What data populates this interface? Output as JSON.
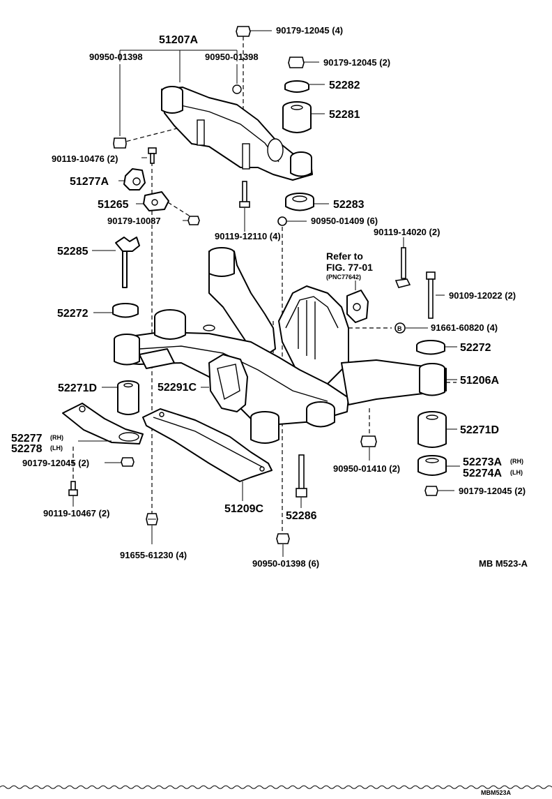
{
  "top_assembly": {
    "label": "51207A",
    "fastener_left": "90950-01398",
    "fastener_right": "90950-01398"
  },
  "top_nut": "90179-12045 (4)",
  "right_column": {
    "nut": "90179-12045 (2)",
    "cushion_upper": "52282",
    "bushing": "52281",
    "cushion_lower": "52283",
    "nut_small": "90950-01409 (6)"
  },
  "left_column": {
    "bolt": "90119-10476 (2)",
    "bracket": "51277A",
    "mount": "51265",
    "nut": "90179-10087",
    "stopper": "52285",
    "cushion": "52272",
    "bushing": "52271D",
    "plate_rh": "52277",
    "plate_lh": "52278",
    "rh_tag": "(RH)",
    "lh_tag": "(LH)",
    "nut_bottom": "90179-12045 (2)",
    "bolt_bottom": "90119-10467 (2)",
    "bolt_lowest": "91655-61230 (4)"
  },
  "center": {
    "bolt": "90119-12110 (4)",
    "reference_line1": "Refer to",
    "reference_line2": "FIG. 77-01",
    "reference_pnc": "(PNC77642)",
    "insulator": "52291C",
    "brace": "51209C",
    "bolt_long": "52286",
    "nut_bottom": "90950-01398 (6)"
  },
  "right_side": {
    "bolt_small": "90119-14020 (2)",
    "bolt_long": "90109-12022 (2)",
    "washer": "91661-60820 (4)",
    "cushion": "52272",
    "member": "51206A",
    "nut": "90950-01410 (2)",
    "bushing": "52271D",
    "cushion_rh": "52273A",
    "cushion_lh": "52274A",
    "rh_tag": "(RH)",
    "lh_tag": "(LH)",
    "nut_bottom": "90179-12045 (2)"
  },
  "figure_code": "MB M523-A",
  "footer_code": "MBM523A",
  "icons": [
    "bolt-icon",
    "nut-icon",
    "washer-icon",
    "bushing-icon",
    "cushion-icon"
  ]
}
